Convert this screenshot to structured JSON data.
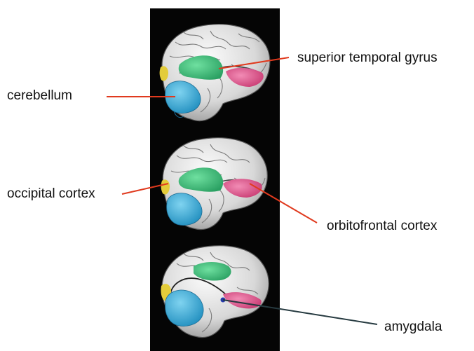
{
  "labels": {
    "superior_temporal_gyrus": "superior temporal gyrus",
    "cerebellum": "cerebellum",
    "occipital_cortex": "occipital cortex",
    "orbitofrontal_cortex": "orbitofrontal cortex",
    "amygdala": "amygdala"
  },
  "colors": {
    "background_panel": "#050505",
    "brain": "#e9e9e9",
    "sulcus": "#6d6d6d",
    "superior_temporal_gyrus": "#3fc176",
    "cerebellum": "#33a8d6",
    "occipital_cortex": "#e3cc3a",
    "orbitofrontal_cortex": "#e0578f",
    "amygdala": "#2438a8",
    "leader_red": "#e03a1e",
    "leader_dark": "#263a40"
  }
}
